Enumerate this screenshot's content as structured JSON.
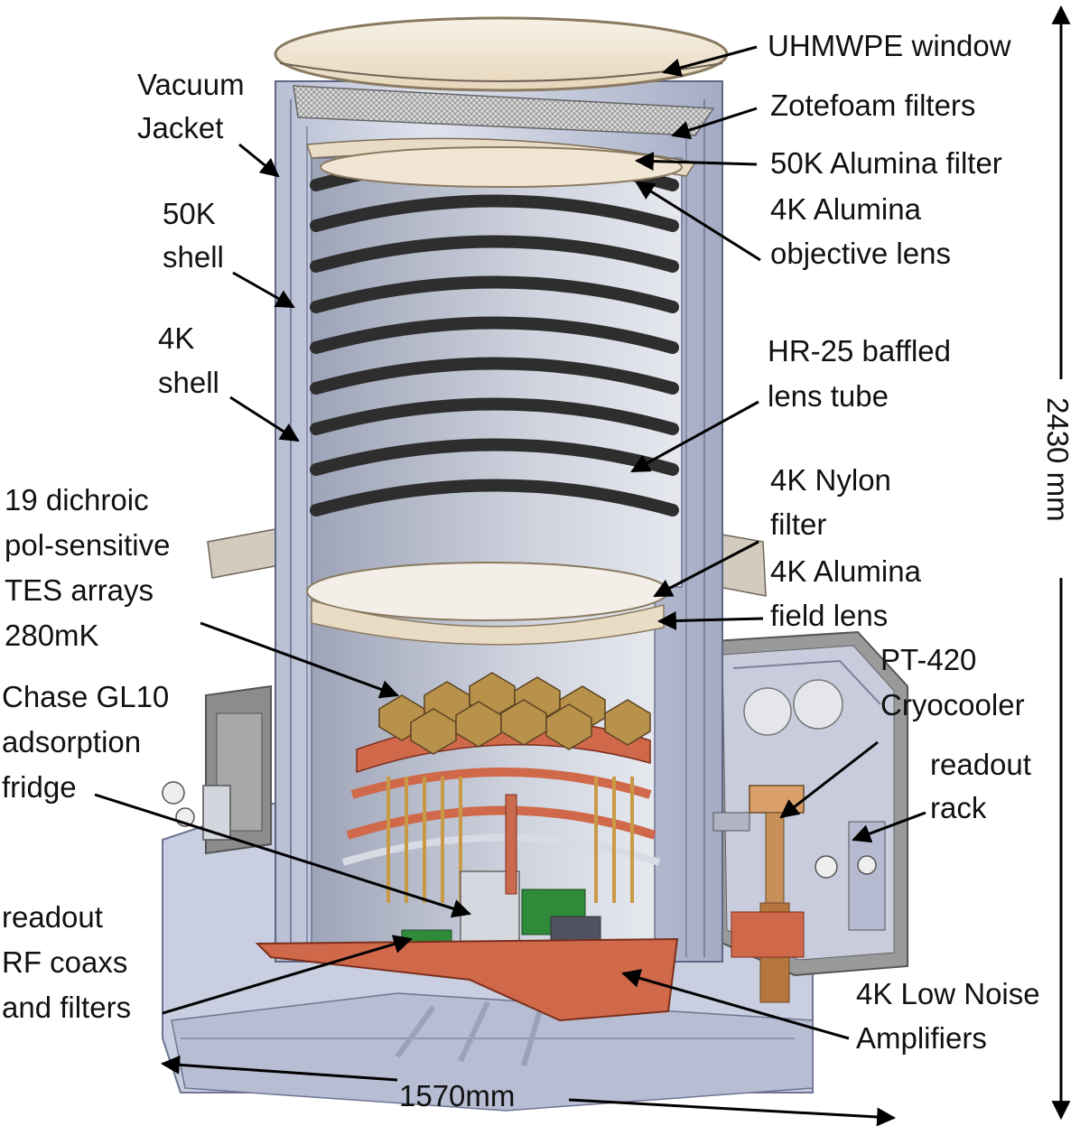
{
  "labels": {
    "uhmwpe_window": "UHMWPE window",
    "zotefoam_filters": "Zotefoam filters",
    "alumina_filter_50k": "50K Alumina filter",
    "objective_lens_l1": "4K Alumina",
    "objective_lens_l2": "objective lens",
    "vacuum_jacket_l1": "Vacuum",
    "vacuum_jacket_l2": "Jacket",
    "shell_50k_l1": "50K",
    "shell_50k_l2": "shell",
    "shell_4k_l1": "4K",
    "shell_4k_l2": "shell",
    "lens_tube_l1": "HR-25 baffled",
    "lens_tube_l2": "lens tube",
    "nylon_filter_l1": "4K Nylon",
    "nylon_filter_l2": "filter",
    "field_lens_l1": "4K Alumina",
    "field_lens_l2": "field lens",
    "tes_arrays_l1": "19 dichroic",
    "tes_arrays_l2": "pol-sensitive",
    "tes_arrays_l3": "TES arrays",
    "tes_arrays_l4": "280mK",
    "fridge_l1": "Chase GL10",
    "fridge_l2": "adsorption",
    "fridge_l3": "fridge",
    "cryocooler_l1": "PT-420",
    "cryocooler_l2": "Cryocooler",
    "readout_rack_l1": "readout",
    "readout_rack_l2": "rack",
    "rf_coax_l1": "readout",
    "rf_coax_l2": "RF coaxs",
    "rf_coax_l3": "and filters",
    "lna_l1": "4K Low Noise",
    "lna_l2": "Amplifiers"
  },
  "dimensions": {
    "height": "2430 mm",
    "width": "1570mm"
  },
  "colors": {
    "shell": "#c7cde0",
    "shell_dark": "#9aa2bc",
    "baffle": "#3a3a3a",
    "copper": "#d0694a",
    "gold": "#b8924a",
    "lens": "#eee3d0",
    "green_board": "#2f8a3a",
    "rack_grey": "#8c8c8c"
  }
}
